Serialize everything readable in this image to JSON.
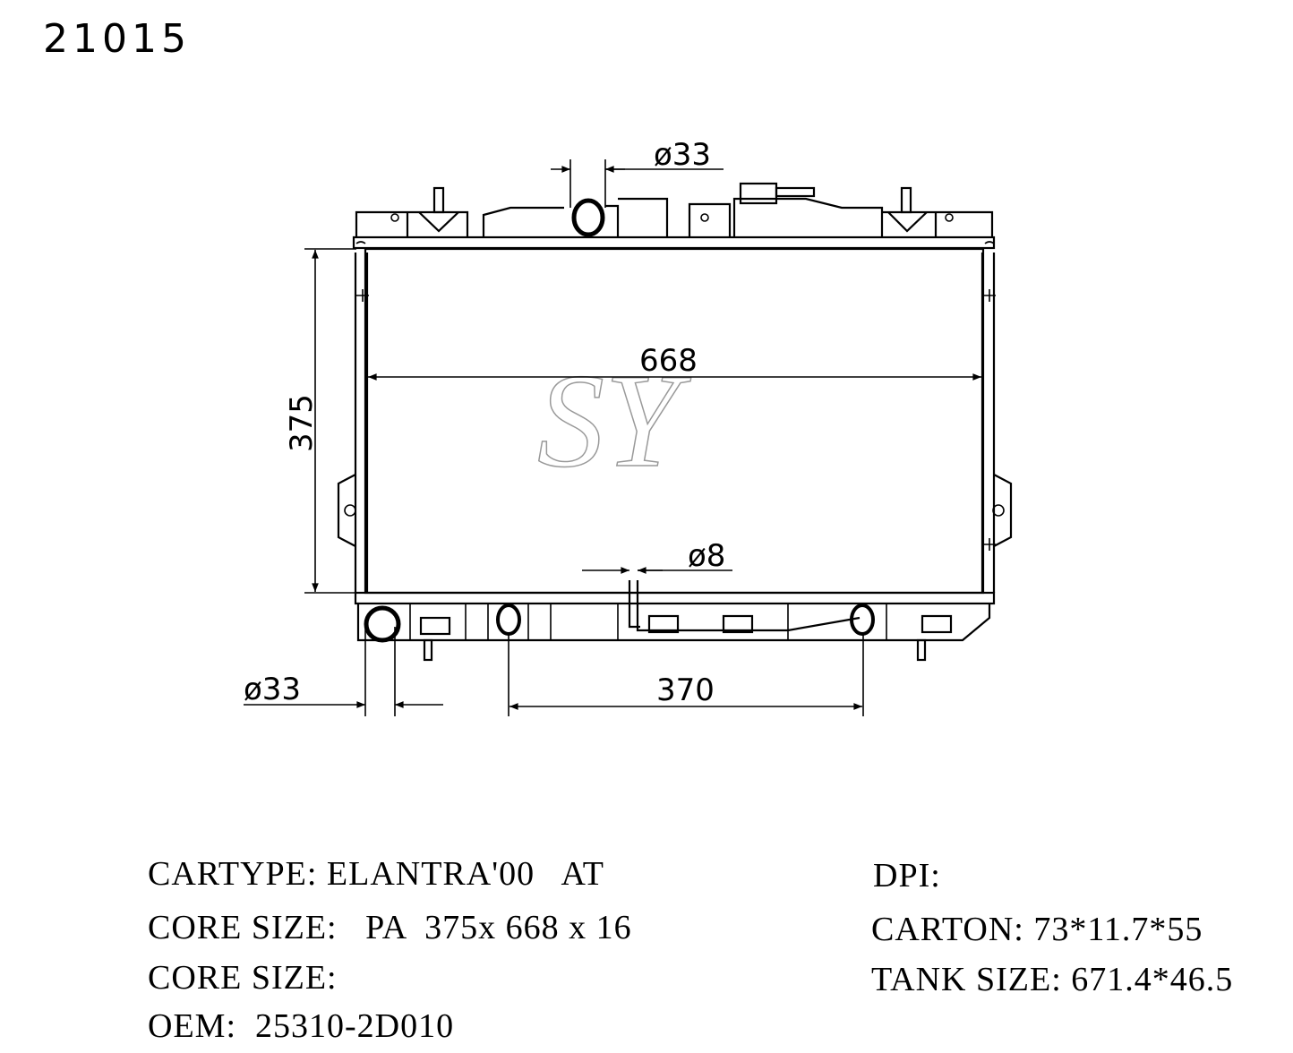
{
  "part_number": "21015",
  "watermark": "SY",
  "dimensions": {
    "top_inlet_diameter": "ø33",
    "core_width": "668",
    "core_height": "375",
    "transmission_pipe_diameter": "ø8",
    "bottom_outlet_diameter": "ø33",
    "fitting_spacing": "370"
  },
  "specs": {
    "cartype": "CARTYPE: ELANTRA'00   AT",
    "core_size_1": "CORE SIZE:   PA  375x 668 x 16",
    "core_size_2": "CORE SIZE:",
    "oem": "OEM:  25310-2D010",
    "dpi": "DPI:",
    "carton": "CARTON: 73*11.7*55",
    "tank_size": "TANK SIZE: 671.4*46.5"
  }
}
